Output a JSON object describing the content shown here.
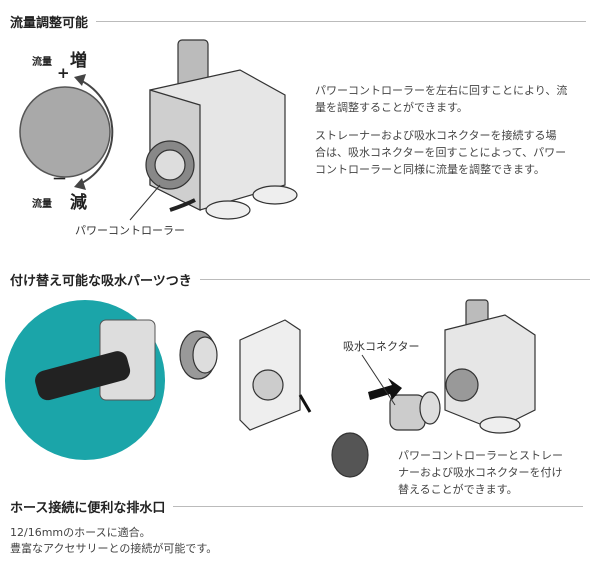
{
  "section1": {
    "heading": "流量調整可能",
    "flow_label_up": "流量",
    "increase": "増",
    "plus": "+",
    "flow_label_down": "流量",
    "decrease": "減",
    "minus": "－",
    "controller_label": "パワーコントローラー",
    "description1": "パワーコントローラーを左右に回すことにより、流\n量を調整することができます。",
    "description2": "ストレーナーおよび吸水コネクターを接続する場\n合は、吸水コネクターを回すことによって、パワー\nコントローラーと同様に流量を調整できます。"
  },
  "section2": {
    "heading": "付け替え可能な吸水パーツつき",
    "connector_label": "吸水コネクター",
    "description": "パワーコントローラーとストレー\nナーおよび吸水コネクターを付け\n替えることができます。",
    "accent_color": "#1ba5a9"
  },
  "section3": {
    "heading": "ホース接続に便利な排水口",
    "line1": "12/16mmのホースに適合。",
    "line2": "豊富なアクセサリーとの接続が可能です。"
  }
}
